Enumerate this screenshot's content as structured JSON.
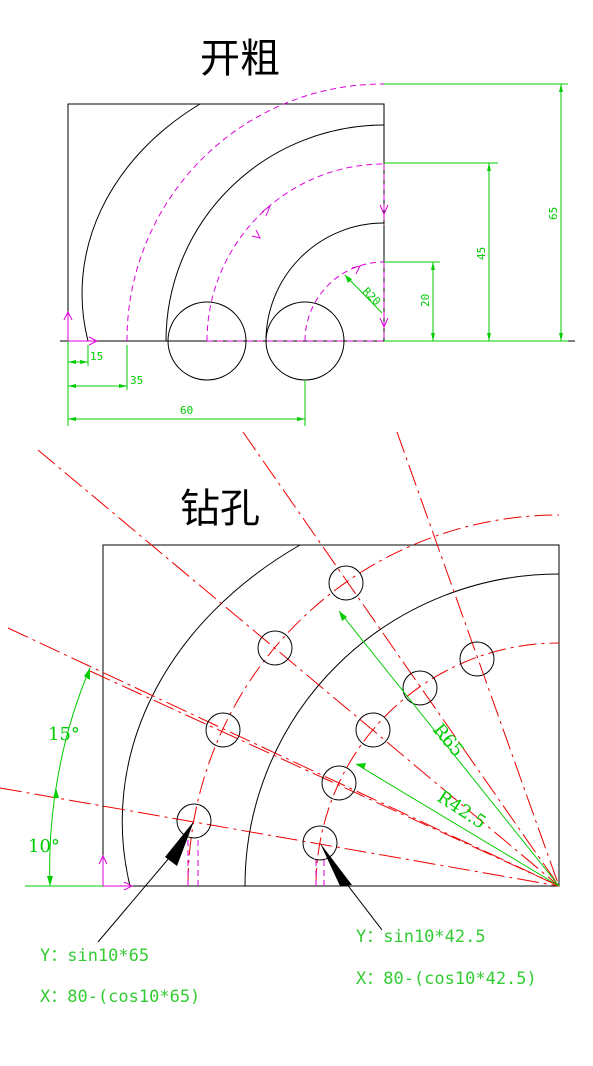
{
  "diagram1": {
    "title": "开粗",
    "dims": {
      "d15": "15",
      "d35": "35",
      "d60": "60",
      "d20": "20",
      "d45": "45",
      "d65": "65",
      "r20": "R20"
    }
  },
  "diagram2": {
    "title": "钻孔",
    "angles": {
      "a15": "15°",
      "a10": "10°"
    },
    "radii": {
      "r65": "R65",
      "r42": "R42.5"
    },
    "formulas": {
      "left_y": "Y：sin10*65",
      "left_x": "X：80-(cos10*65)",
      "right_y": "Y：sin10*42.5",
      "right_x": "X：80-(cos10*42.5)"
    }
  },
  "colors": {
    "outline": "#000000",
    "dimension": "#00cc00",
    "toolpath": "#dd00dd",
    "centerline": "#ee0000"
  }
}
